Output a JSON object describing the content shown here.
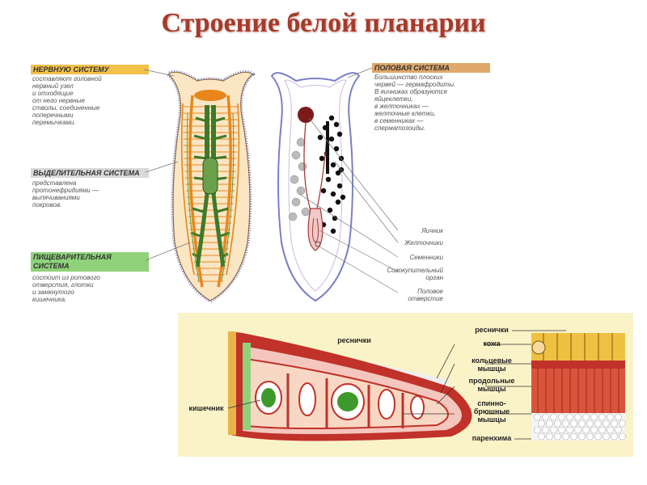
{
  "title": "Строение белой планарии",
  "colors": {
    "title": "#a63a2b",
    "nervous": "#f2c14a",
    "excretory": "#cfcfcf",
    "digestive": "#8fd27a",
    "reproductive": "#e0a86a",
    "nerve_cord": "#e8861c",
    "gut": "#3d7a2a",
    "section_bg": "#fbf3c8",
    "muscle": "#c0322a"
  },
  "left": {
    "nervous": {
      "header": "НЕРВНУЮ СИСТЕМУ",
      "lines": [
        "составляют головной",
        "нервный узел",
        "и отходящие",
        "от него нервные",
        "стволы, соединенные",
        "поперечными",
        "перемычками."
      ]
    },
    "excretory": {
      "header": "ВЫДЕЛИТЕЛЬНАЯ СИСТЕМА",
      "lines": [
        "представлена",
        "протонефридиями —",
        "выпячиваниями",
        "покровов."
      ]
    },
    "digestive": {
      "header_lines": [
        "ПИЩЕВАРИТЕЛЬНАЯ",
        "СИСТЕМА"
      ],
      "lines": [
        "состоит из ротового",
        "отверстия, глотки",
        "и замкнутого",
        "кишечника."
      ]
    }
  },
  "right": {
    "reproductive": {
      "header": "ПОЛОВАЯ СИСТЕМА",
      "lines": [
        "Большинство плоских",
        "червей — гермафродиты.",
        "В яичниках образуются",
        "яйцеклетки,",
        "в желточниках —",
        "желточные клетки,",
        "в семенниках —",
        "сперматозоиды."
      ]
    },
    "labels": [
      {
        "lines": [
          "Яичник"
        ]
      },
      {
        "lines": [
          "Желточники"
        ]
      },
      {
        "lines": [
          "Семенники"
        ]
      },
      {
        "lines": [
          "Совокупительный",
          "орган"
        ]
      },
      {
        "lines": [
          "Половое",
          "отверстие"
        ]
      }
    ]
  },
  "section": {
    "cilia_top": "реснички",
    "intestine": "кишечник",
    "labels": [
      {
        "lines": [
          "реснички"
        ]
      },
      {
        "lines": [
          "кожа"
        ]
      },
      {
        "lines": [
          "кольцевые",
          "мышцы"
        ]
      },
      {
        "lines": [
          "продольные",
          "мышцы"
        ]
      },
      {
        "lines": [
          "спинно-",
          "брюшные",
          "мышцы"
        ]
      },
      {
        "lines": [
          "паренхима"
        ]
      }
    ]
  }
}
